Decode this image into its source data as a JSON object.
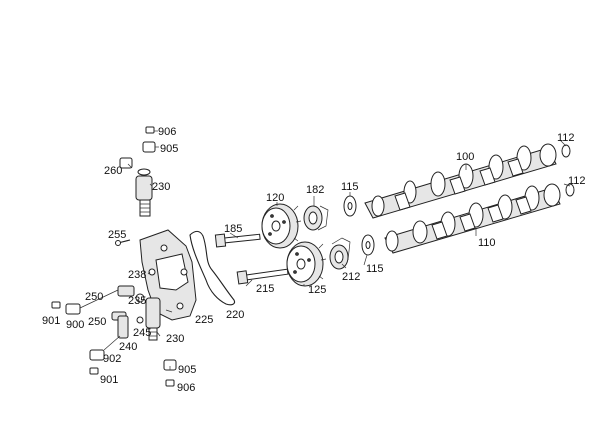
{
  "colors": {
    "line": "#222222",
    "shade": "#e6e6e6",
    "background": "#ffffff"
  },
  "labels": {
    "l906_top": "906",
    "l905_top": "905",
    "l260": "260",
    "l230_top": "230",
    "l100": "100",
    "l112_top": "112",
    "l112_mid": "112",
    "l120": "120",
    "l182": "182",
    "l115_top": "115",
    "l185": "185",
    "l255": "255",
    "l110": "110",
    "l238": "238",
    "l125": "125",
    "l212": "212",
    "l115_bot": "115",
    "l215": "215",
    "l250_top": "250",
    "l235": "235",
    "l225": "225",
    "l220": "220",
    "l901_left": "901",
    "l900": "900",
    "l250_bot": "250",
    "l245": "245",
    "l230_bot": "230",
    "l240": "240",
    "l902": "902",
    "l905_bot": "905",
    "l901_bot": "901",
    "l906_bot": "906"
  }
}
